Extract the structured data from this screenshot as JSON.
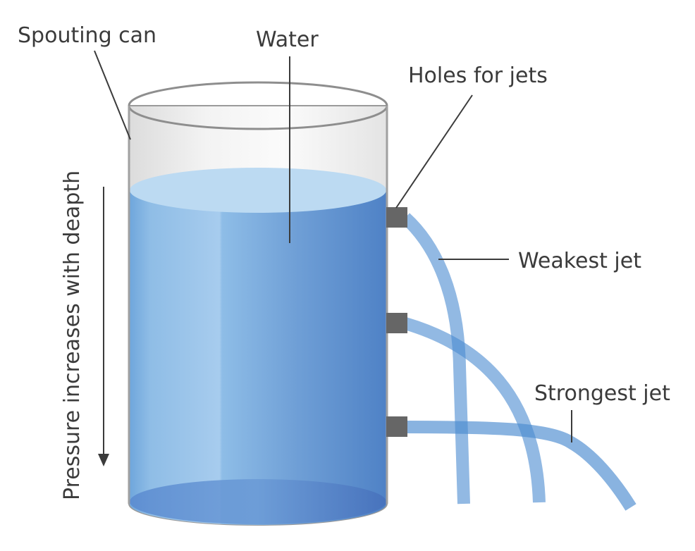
{
  "labels": {
    "spouting_can": "Spouting can",
    "water": "Water",
    "holes": "Holes for jets",
    "weakest_jet": "Weakest jet",
    "strongest_jet": "Strongest jet",
    "pressure": "Pressure increases with deapth"
  },
  "colors": {
    "water_dark": "#4d7fc2",
    "water_mid": "#6ea3d8",
    "water_light": "#a9cdee",
    "water_surface": "#bcdaf2",
    "jet": "#4a8ad0",
    "nozzle": "#666666",
    "glass_outline": "#9a9a9a",
    "text": "#3b3b3b"
  }
}
